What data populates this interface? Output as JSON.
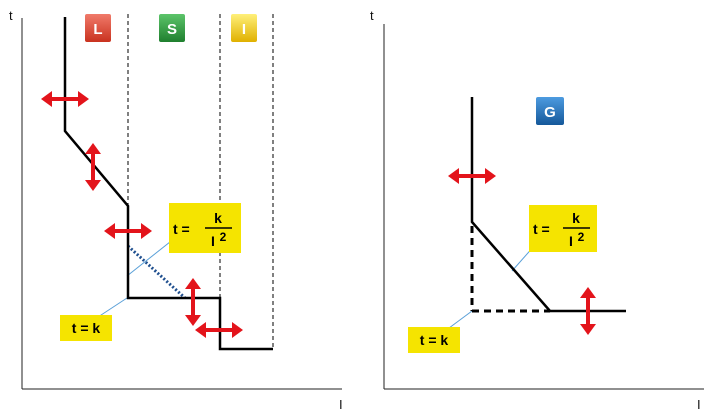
{
  "axes": {
    "left": {
      "x_label": "I",
      "y_label": "t"
    },
    "right": {
      "x_label": "I",
      "y_label": "t"
    }
  },
  "badges": {
    "L": {
      "label": "L",
      "color": "#e0483a"
    },
    "S": {
      "label": "S",
      "color": "#2e9e3e"
    },
    "I": {
      "label": "I",
      "color": "#f2c700"
    },
    "G": {
      "label": "G",
      "color": "#1f6fb8"
    }
  },
  "formulas": {
    "inverse_square": {
      "lhs": "t =",
      "numerator": "k",
      "denominator": "I",
      "exponent": "2"
    },
    "constant": {
      "text": "t = k"
    }
  },
  "colors": {
    "arrow": "#e3141b",
    "label_bg": "#f5e400",
    "curve": "#000000",
    "dotted": "#1f4f8f",
    "leader": "#5aa0d8"
  },
  "icons": {
    "arrow": "double-arrow-icon"
  }
}
